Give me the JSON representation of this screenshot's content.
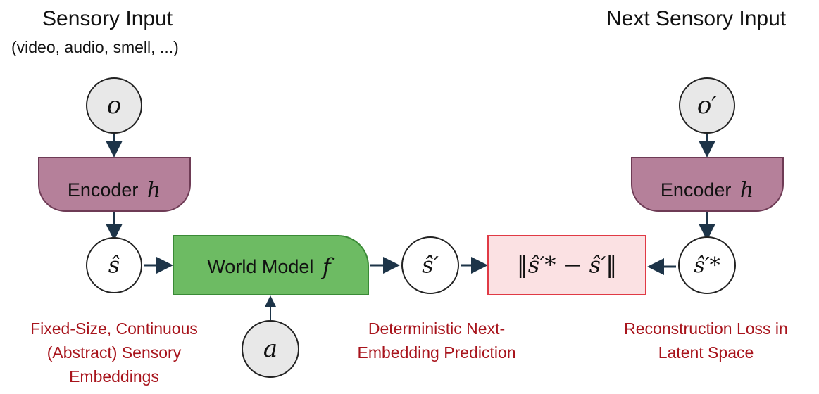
{
  "left": {
    "title": "Sensory Input",
    "subtitle": "(video, audio, smell, ...)",
    "obs_symbol": "o",
    "encoder_label": "Encoder",
    "encoder_symbol": "h",
    "latent_symbol": "ŝ",
    "caption_lines": [
      "Fixed-Size, Continuous",
      "(Abstract) Sensory",
      "Embeddings"
    ]
  },
  "middle": {
    "world_model_label": "World Model",
    "world_model_symbol": "f",
    "action_symbol": "a",
    "prediction_symbol": "ŝ′",
    "caption_lines": [
      "Deterministic Next-",
      "Embedding Prediction"
    ]
  },
  "loss": {
    "expression": "‖ŝ′* − ŝ′‖"
  },
  "right": {
    "title": "Next Sensory Input",
    "obs_symbol": "o′",
    "encoder_label": "Encoder",
    "encoder_symbol": "h",
    "latent_symbol": "ŝ′*",
    "caption_lines": [
      "Reconstruction Loss in",
      "Latent Space"
    ]
  },
  "colors": {
    "encoder_fill": "#b5809a",
    "encoder_stroke": "#6e3b55",
    "world_model_fill": "#6dbb63",
    "world_model_stroke": "#3a8a36",
    "loss_fill": "#fbe1e3",
    "loss_stroke": "#e03a45",
    "node_fill_gray": "#e8e8e8",
    "arrow": "#1d3448",
    "caption_red": "#a8141c"
  }
}
